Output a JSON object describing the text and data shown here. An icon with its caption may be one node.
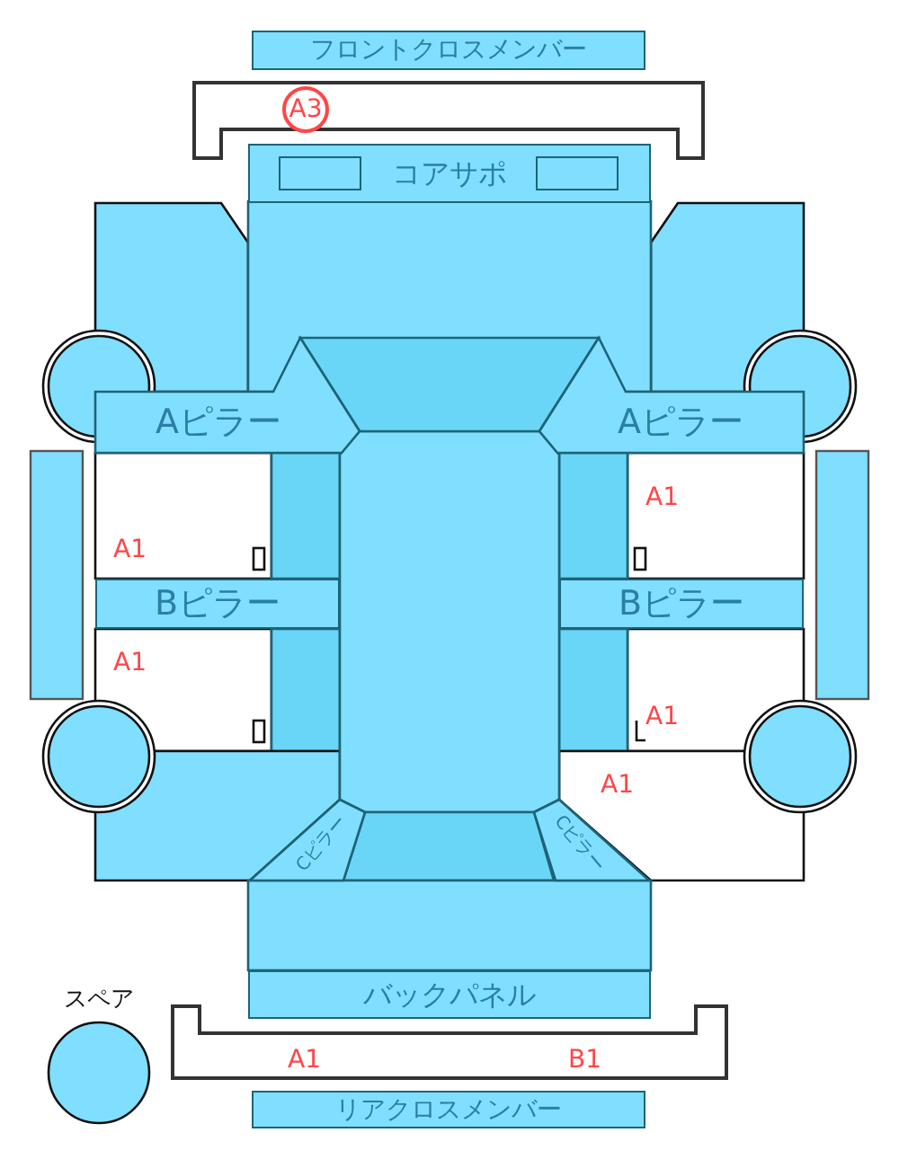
{
  "diagram": {
    "nodes": [
      {
        "text": [
          "フロントクロスメンバー"
        ]
      },
      {
        "text": [
          "コアサポ"
        ]
      },
      {
        "text": [
          "Aピラー"
        ]
      },
      {
        "text": [
          "Aピラー"
        ]
      },
      {
        "text": [
          "Bピラー"
        ]
      },
      {
        "text": [
          "Bピラー"
        ]
      },
      {
        "text": [
          "Cピラー"
        ]
      },
      {
        "text": [
          "Cピラー"
        ]
      },
      {
        "text": [
          "バックパネル"
        ]
      },
      {
        "text": [
          "リアクロスメンバー"
        ]
      }
    ],
    "labels": [
      "A3",
      "A1",
      "A1",
      "A1",
      "A1",
      "A1",
      "スペア",
      "A1",
      "B1"
    ]
  }
}
